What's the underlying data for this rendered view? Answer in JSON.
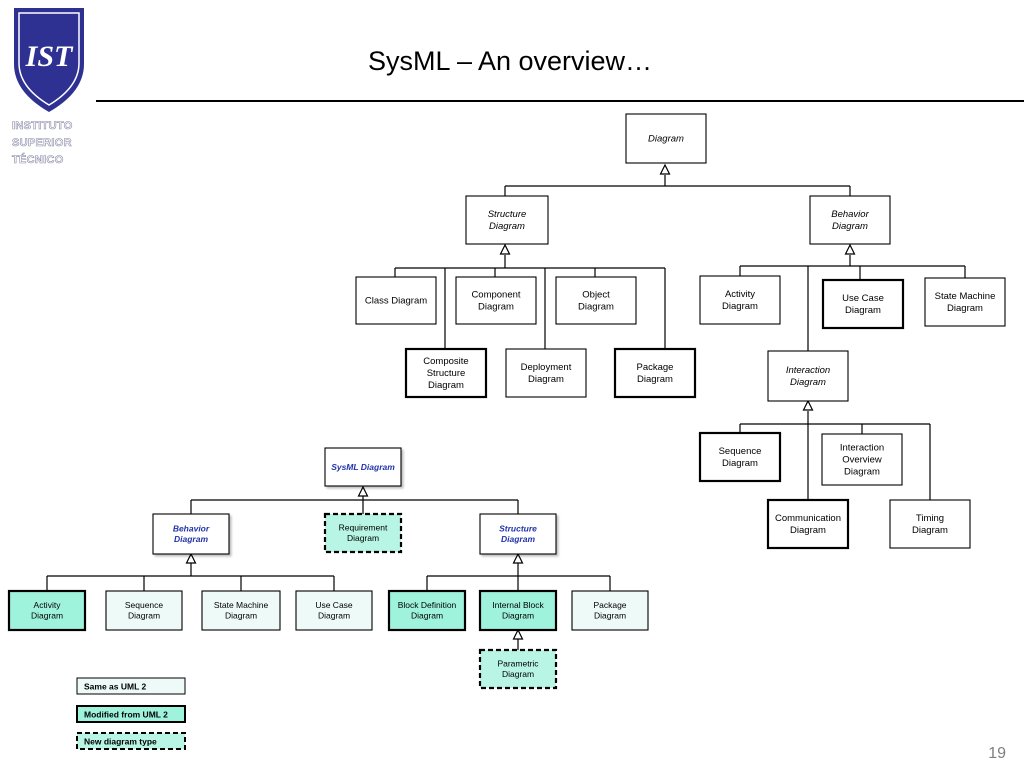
{
  "slide": {
    "title": "SysML – An overview…",
    "page_number": "19",
    "logo": {
      "monogram": "IST",
      "text": [
        "INSTITUTO",
        "SUPERIOR",
        "TÉCNICO"
      ],
      "color": "#2e3192"
    }
  },
  "uml_diagram": {
    "nodes": {
      "diagram": "Diagram",
      "structure": [
        "Structure",
        "Diagram"
      ],
      "behavior": [
        "Behavior",
        "Diagram"
      ],
      "class": [
        "Class Diagram"
      ],
      "component": [
        "Component",
        "Diagram"
      ],
      "object": [
        "Object",
        "Diagram"
      ],
      "composite": [
        "Composite",
        "Structure",
        "Diagram"
      ],
      "deployment": [
        "Deployment",
        "Diagram"
      ],
      "package": [
        "Package",
        "Diagram"
      ],
      "activity": [
        "Activity",
        "Diagram"
      ],
      "usecase": [
        "Use Case",
        "Diagram"
      ],
      "statemachine": [
        "State Machine",
        "Diagram"
      ],
      "interaction": [
        "Interaction",
        "Diagram"
      ],
      "sequence": [
        "Sequence",
        "Diagram"
      ],
      "interactionoverview": [
        "Interaction",
        "Overview",
        "Diagram"
      ],
      "communication": [
        "Communication",
        "Diagram"
      ],
      "timing": [
        "Timing",
        "Diagram"
      ]
    }
  },
  "sysml_diagram": {
    "nodes": {
      "sysml": "SysML Diagram",
      "behavior": [
        "Behavior",
        "Diagram"
      ],
      "requirement": [
        "Requirement",
        "Diagram"
      ],
      "structure": [
        "Structure",
        "Diagram"
      ],
      "activity": [
        "Activity",
        "Diagram"
      ],
      "sequence": [
        "Sequence",
        "Diagram"
      ],
      "statemachine": [
        "State Machine",
        "Diagram"
      ],
      "usecase": [
        "Use Case",
        "Diagram"
      ],
      "blockdefinition": [
        "Block Definition",
        "Diagram"
      ],
      "internalblock": [
        "Internal Block",
        "Diagram"
      ],
      "package": [
        "Package",
        "Diagram"
      ],
      "parametric": [
        "Parametric",
        "Diagram"
      ]
    },
    "legend": {
      "same": "Same as UML 2",
      "modified": "Modified from UML 2",
      "new": "New diagram type"
    },
    "colors": {
      "same_fill": "#eefaf7",
      "modified_fill": "#9ff3dc",
      "new_fill": "#b8f5e4",
      "abstract_text": "#2233aa"
    }
  }
}
